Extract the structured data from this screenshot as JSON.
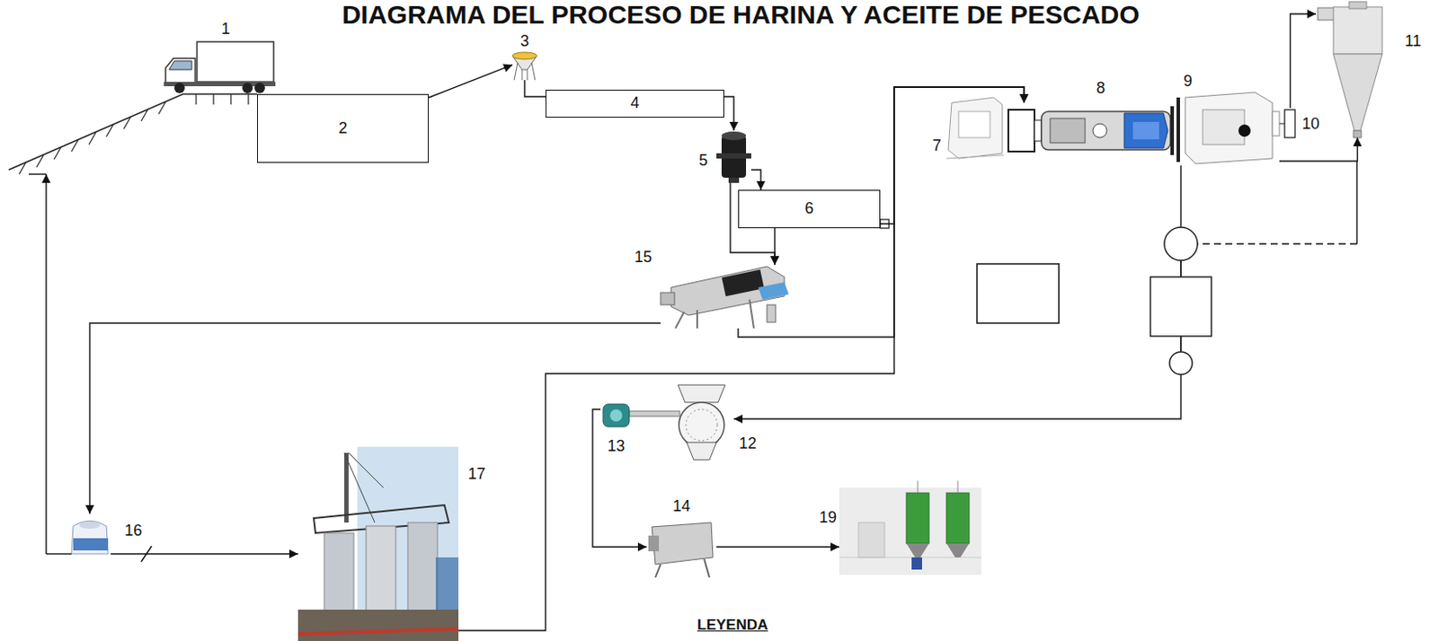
{
  "diagram": {
    "title": "DIAGRAMA DEL PROCESO DE HARINA Y ACEITE DE PESCADO",
    "nodes": [
      {
        "text": [
          "1"
        ]
      },
      {
        "text": [
          "2"
        ]
      },
      {
        "text": [
          "3"
        ]
      },
      {
        "text": [
          "4"
        ]
      },
      {
        "text": [
          "5"
        ]
      },
      {
        "text": [
          "6"
        ]
      },
      {
        "text": [
          "7"
        ]
      },
      {
        "text": [
          "8"
        ]
      },
      {
        "text": [
          "9"
        ]
      },
      {
        "text": [
          "10"
        ]
      },
      {
        "text": [
          "11"
        ]
      },
      {
        "text": [
          "15"
        ]
      },
      {
        "text": [
          "12"
        ]
      },
      {
        "text": [
          "13"
        ]
      },
      {
        "text": [
          "14"
        ]
      },
      {
        "text": [
          "19"
        ]
      },
      {
        "text": [
          "16"
        ]
      },
      {
        "text": [
          "17"
        ]
      }
    ],
    "edges": [
      {
        "from": 1,
        "to": 2,
        "arrow": "to"
      },
      {
        "from": 2,
        "to": 3,
        "arrow": "none"
      },
      {
        "from": 3,
        "to": 4,
        "arrow": "to"
      },
      {
        "from": 4,
        "to": 5,
        "arrow": "to"
      },
      {
        "from": 4,
        "to": 11,
        "arrow": "to"
      },
      {
        "from": 5,
        "to": 11,
        "arrow": "to"
      },
      {
        "from": 5,
        "to": 7,
        "arrow": "to"
      },
      {
        "from": 11,
        "to": 7,
        "arrow": "to"
      },
      {
        "from": 11,
        "to": 16,
        "arrow": "to"
      },
      {
        "from": 16,
        "to": 17,
        "arrow": "to"
      },
      {
        "from": 17,
        "to": 7,
        "arrow": "to"
      },
      {
        "from": 9,
        "to": 10,
        "arrow": "to"
      },
      {
        "from": 8,
        "to": 10,
        "arrow": "to"
      },
      {
        "from": 8,
        "to": 12,
        "arrow": "to"
      },
      {
        "from": 13,
        "to": 14,
        "arrow": "to"
      },
      {
        "from": 14,
        "to": 15,
        "arrow": "to"
      }
    ],
    "labels": [
      "LEYENDA"
    ]
  }
}
